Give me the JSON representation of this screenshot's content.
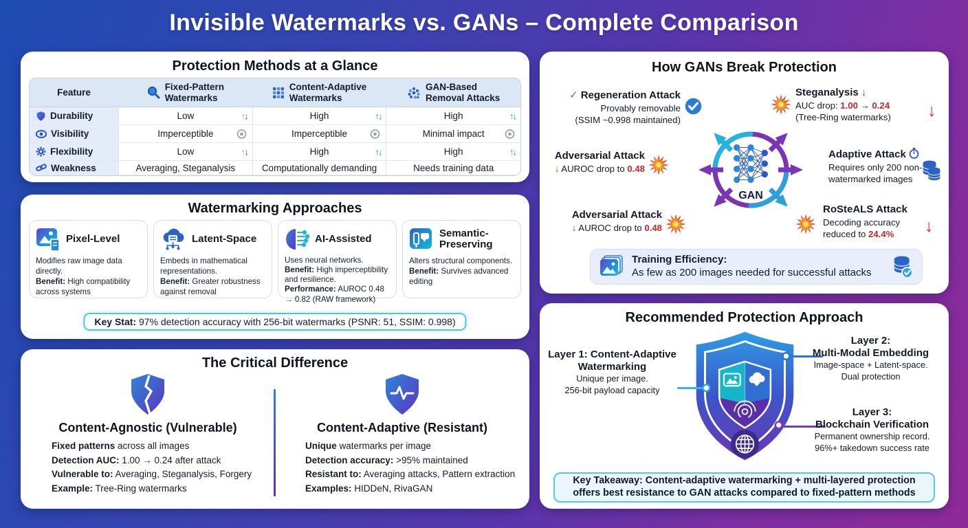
{
  "page_title": "Invisible Watermarks vs. GANs – Complete Comparison",
  "colors": {
    "brand_blue": "#2b63c6",
    "brand_purple": "#7a35b4",
    "accent_teal": "#14a8a1",
    "accent_red": "#c62828",
    "accent_cyan": "#23b3dc"
  },
  "glance": {
    "title": "Protection Methods at a Glance",
    "header": {
      "feature": "Feature",
      "cols": [
        {
          "icon": "magnifier-icon",
          "line1": "Fixed-Pattern",
          "line2": "Watermarks"
        },
        {
          "icon": "grid-icon",
          "line1": "Content-Adaptive",
          "line2": "Watermarks"
        },
        {
          "icon": "network-icon",
          "line1": "GAN-Based",
          "line2": "Removal Attacks"
        }
      ]
    },
    "rows": [
      {
        "icon": "shield-icon",
        "feature": "Durability",
        "cells": [
          {
            "text": "Low",
            "trend": "up-grey-down-red"
          },
          {
            "text": "High",
            "trend": "up-down-teal"
          },
          {
            "text": "High",
            "trend": "up-down-teal"
          }
        ]
      },
      {
        "icon": "eye-icon",
        "feature": "Visibility",
        "cells": [
          {
            "text": "Imperceptible",
            "trend": "eye"
          },
          {
            "text": "Imperceptible",
            "trend": "eye"
          },
          {
            "text": "Minimal impact",
            "trend": "eye"
          }
        ]
      },
      {
        "icon": "gear-icon",
        "feature": "Flexibility",
        "cells": [
          {
            "text": "Low",
            "trend": "up-grey-down-red"
          },
          {
            "text": "High",
            "trend": "up-down-teal"
          },
          {
            "text": "High",
            "trend": "up-down-teal"
          }
        ]
      },
      {
        "icon": "chain-icon",
        "feature": "Weakness",
        "cells": [
          {
            "text": "Averaging, Steganalysis",
            "trend": "none"
          },
          {
            "text": "Computationally demanding",
            "trend": "none"
          },
          {
            "text": "Needs training data",
            "trend": "none"
          }
        ]
      }
    ]
  },
  "approaches": {
    "title": "Watermarking Approaches",
    "cards": [
      {
        "icon": "image-icon",
        "title": "Pixel-Level",
        "p1": "Modifies raw image data directly.",
        "p2_bold": "Benefit:",
        "p2_text": " High compatibility across systems"
      },
      {
        "icon": "cloud-server-icon",
        "title": "Latent-Space",
        "p1": "Embeds in mathematical representations.",
        "p2_bold": "Benefit:",
        "p2_text": " Greater robustness against removal"
      },
      {
        "icon": "brain-circuit-icon",
        "title": "AI-Assisted",
        "p1": "Uses neural networks.",
        "p2_bold": "Benefit:",
        "p2_text": " High imperceptibility and resilience.",
        "p3_bold": "Performance:",
        "p3_text": " AUROC 0.48 → 0.82 (RAW framework)"
      },
      {
        "icon": "shapes-icon",
        "title": "Semantic-Preserving",
        "p1": "Alters structural components.",
        "p2_bold": "Benefit:",
        "p2_text": " Survives advanced editing"
      }
    ],
    "key_stat": {
      "bold": "Key Stat:",
      "text": " 97% detection accuracy with 256-bit watermarks (PSNR: 51, SSIM: 0.998)"
    }
  },
  "critical": {
    "title": "The Critical Difference",
    "left": {
      "icon": "broken-shield-icon",
      "heading": "Content-Agnostic (Vulnerable)",
      "items": [
        {
          "b": "Fixed patterns",
          "t": " across all images"
        },
        {
          "b": "Detection AUC:",
          "t": " 1.00 → 0.24 after attack"
        },
        {
          "b": "Vulnerable to:",
          "t": " Averaging, Steganalysis, Forgery"
        },
        {
          "b": "Example:",
          "t": " Tree-Ring watermarks"
        }
      ]
    },
    "right": {
      "icon": "pulse-shield-icon",
      "heading": "Content-Adaptive (Resistant)",
      "items": [
        {
          "b": "Unique",
          "t": " watermarks per image"
        },
        {
          "b": "Detection accuracy:",
          "t": " >95% maintained"
        },
        {
          "b": "Resistant to:",
          "t": " Averaging attacks, Pattern extraction"
        },
        {
          "b": "Examples:",
          "t": " HIDDeN, RivaGAN"
        }
      ]
    }
  },
  "gan": {
    "title": "How GANs Break Protection",
    "center_label": "GAN",
    "regeneration": {
      "icon": "check-circle-icon",
      "check": "✓",
      "title": "Regeneration Attack",
      "l1": "Provably removable",
      "l2": "(SSIM ~0.998 maintained)"
    },
    "steganalysis": {
      "icon": "burst-icon",
      "title": "Steganalysis",
      "arrow": "↓",
      "l1a": "AUC drop: ",
      "v1": "1.00",
      "l1b": " → ",
      "v2": "0.24",
      "l2": "(Tree-Ring watermarks)"
    },
    "adversarial1": {
      "icon": "burst-icon",
      "title": "Adversarial Attack",
      "arrow": "↓",
      "pre": " AUROC drop to ",
      "val": "0.48"
    },
    "adaptive": {
      "icon": "stopwatch-icon",
      "title": "Adaptive Attack",
      "l1": "Requires only 200 non-",
      "l2": "watermarked images",
      "side_icon": "database-icon"
    },
    "adversarial2": {
      "icon": "burst-icon",
      "title": "Adversarial Attack",
      "arrow": "↓",
      "pre": " AUROC drop to ",
      "val": "0.48"
    },
    "rosteals": {
      "icon": "burst-icon",
      "title": "RoSteALS Attack",
      "l1": "Decoding accuracy",
      "l2a": "reduced to ",
      "val": "24.4%",
      "arrow": "↓"
    },
    "training": {
      "icon": "image-stack-icon",
      "bold": "Training Efficiency:",
      "text": "As few as 200 images needed for successful attacks",
      "side_icon": "database-check-icon"
    }
  },
  "recommended": {
    "title": "Recommended Protection Approach",
    "shield_icons": [
      "image-icon",
      "cloud-download-icon",
      "fingerprint-icon",
      "globe-icon"
    ],
    "layer1": {
      "heading": "Layer 1: Content-Adaptive Watermarking",
      "l1": "Unique per image.",
      "l2": "256-bit payload capacity"
    },
    "layer2": {
      "h_top": "Layer 2:",
      "h_main": "Multi-Modal Embedding",
      "l1": "Image-space + Latent-space.",
      "l2": "Dual protection"
    },
    "layer3": {
      "h_top": "Layer 3:",
      "h_main": "Blockchain Verification",
      "l1": "Permanent ownership record.",
      "l2": "96%+ takedown success rate"
    },
    "takeaway": {
      "bold": "Key Takeaway:",
      "text": " Content-adaptive watermarking + multi-layered protection offers best resistance to GAN attacks compared to fixed-pattern methods"
    }
  }
}
